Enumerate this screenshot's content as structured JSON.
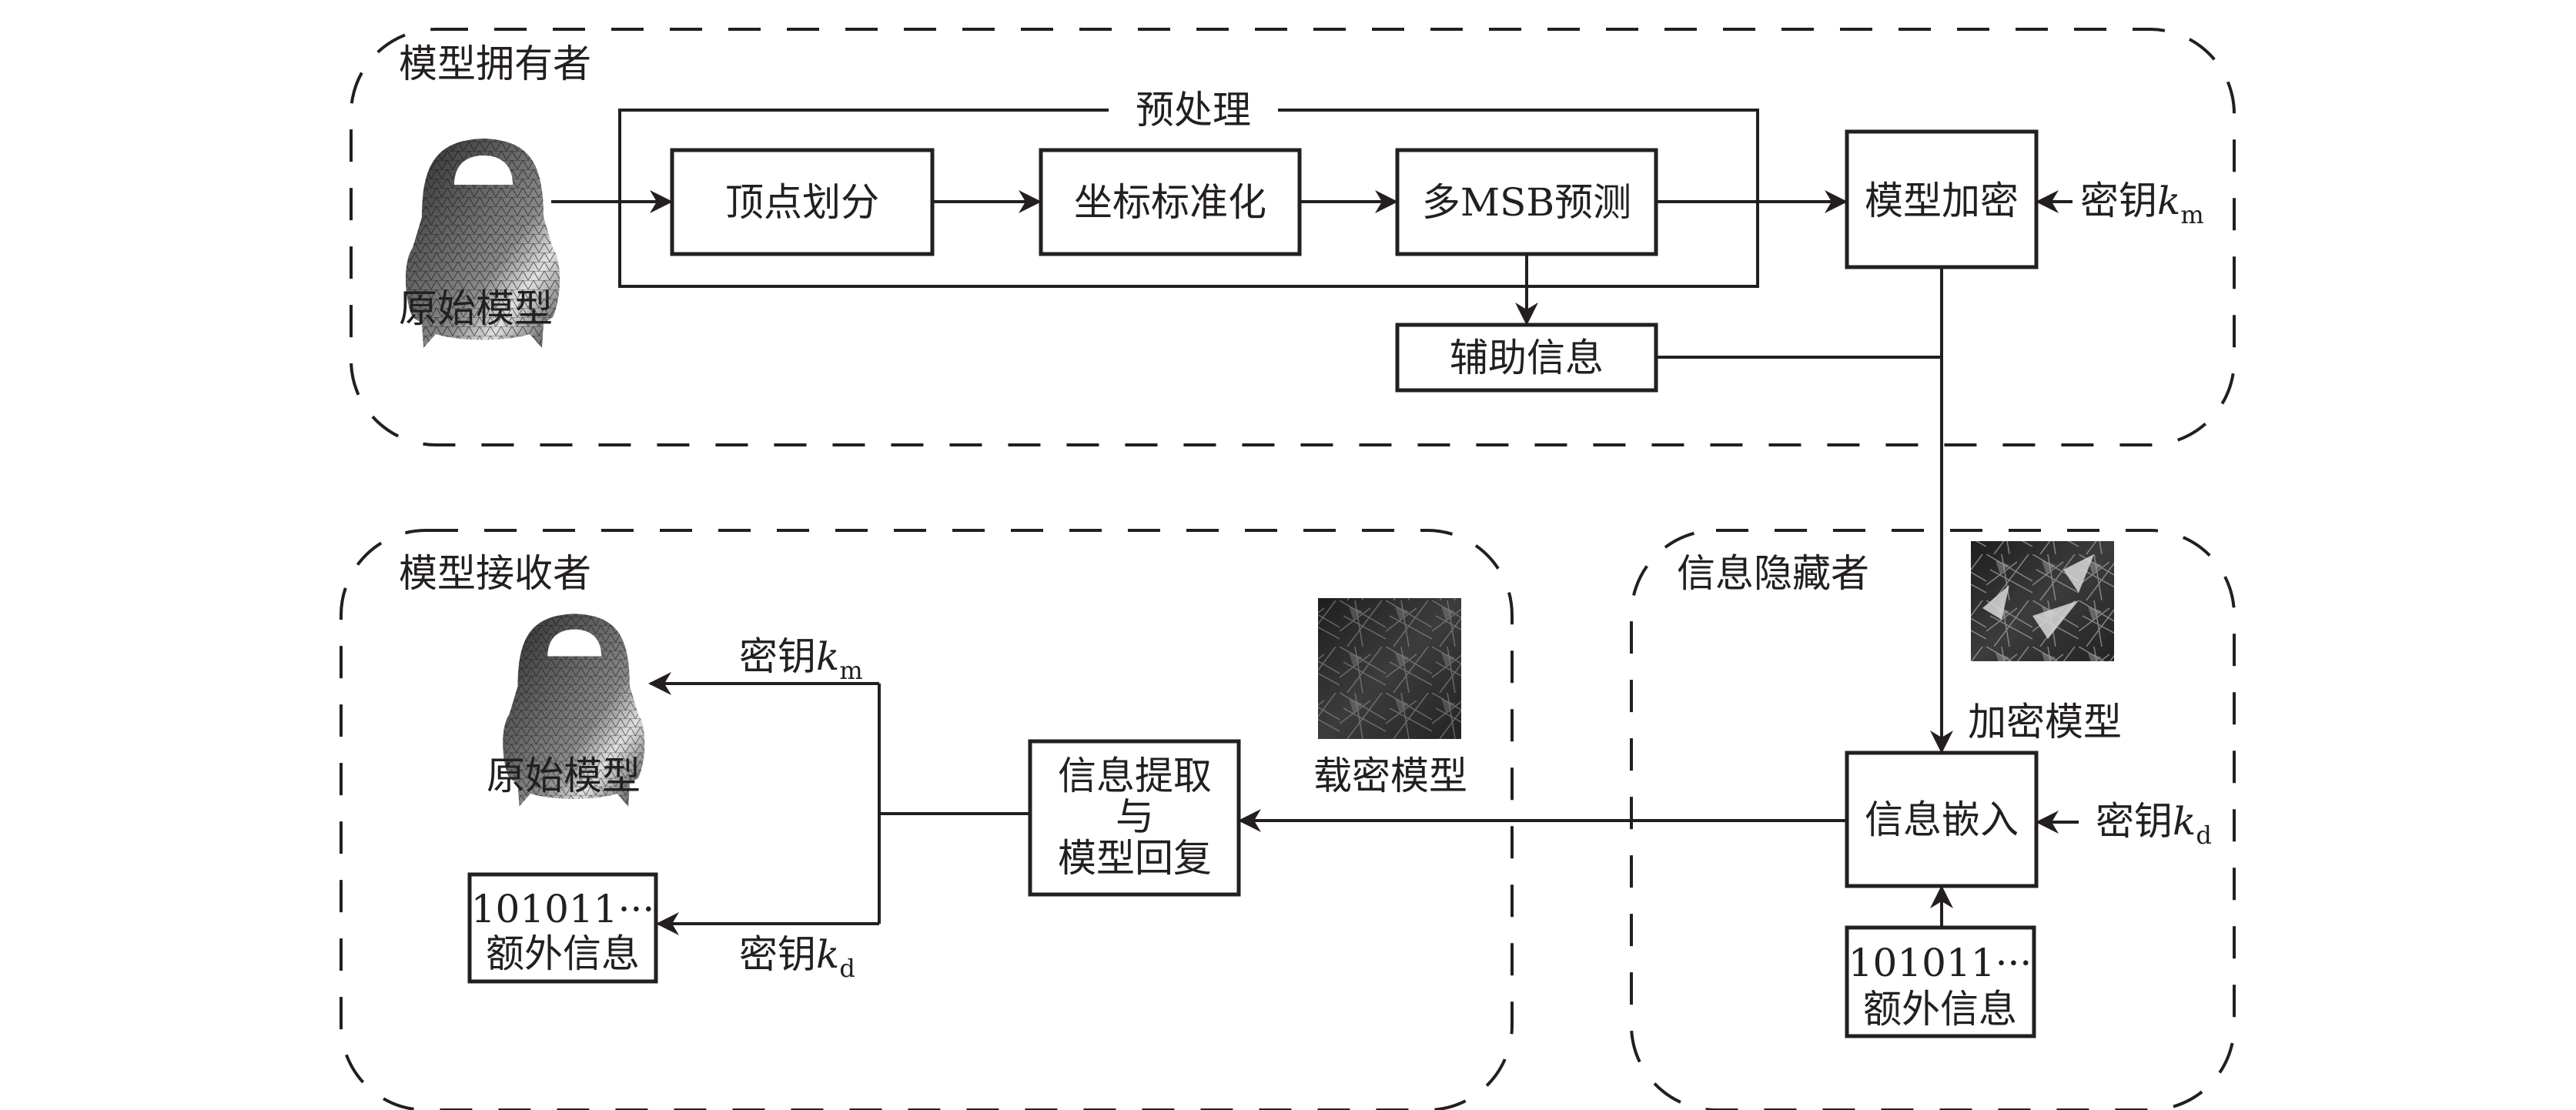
{
  "regions": {
    "owner": "模型拥有者",
    "receiver": "模型接收者",
    "hider": "信息隐藏者"
  },
  "preprocessing": {
    "title": "预处理",
    "steps": [
      "顶点划分",
      "坐标标准化",
      "多MSB预测"
    ]
  },
  "owner": {
    "original_model_label": "原始模型",
    "aux_info": "辅助信息",
    "encrypt": "模型加密",
    "key_prefix": "密钥",
    "key_var": "k",
    "key_sub": "m"
  },
  "hider": {
    "encrypted_model_label": "加密模型",
    "embed": "信息嵌入",
    "key_prefix": "密钥",
    "key_var": "k",
    "key_sub": "d",
    "extra_bits": "101011···",
    "extra_label": "额外信息"
  },
  "receiver": {
    "marked_model_label": "载密模型",
    "extract_line1": "信息提取",
    "extract_line2": "与",
    "extract_line3": "模型回复",
    "original_model_label": "原始模型",
    "key_m_prefix": "密钥",
    "key_m_var": "k",
    "key_m_sub": "m",
    "key_d_prefix": "密钥",
    "key_d_var": "k",
    "key_d_sub": "d",
    "extra_bits": "101011···",
    "extra_label": "额外信息"
  }
}
